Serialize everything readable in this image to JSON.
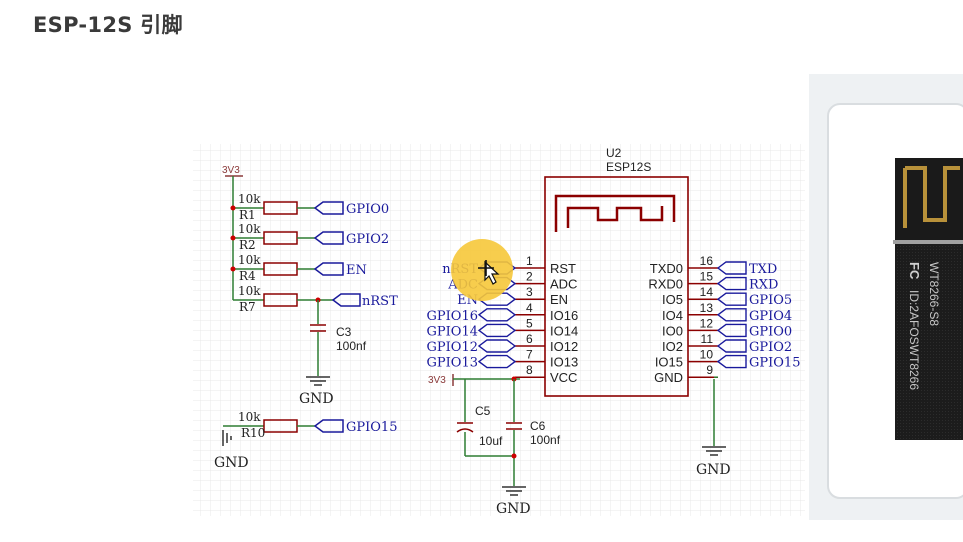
{
  "title": "ESP-12S 引脚",
  "colors": {
    "wire": "#2e7d32",
    "part": "#8b0000",
    "label": "#1a1a9c",
    "text": "#222222",
    "grid": "#e4e4e4",
    "power": "#8b3a3a"
  },
  "schematic": {
    "power_3v3": "3V3",
    "resistors": [
      {
        "ref": "R1",
        "value": "10k",
        "net": "GPIO0"
      },
      {
        "ref": "R2",
        "value": "10k",
        "net": "GPIO2"
      },
      {
        "ref": "R4",
        "value": "10k",
        "net": "EN"
      },
      {
        "ref": "R7",
        "value": "10k",
        "net": "nRST"
      },
      {
        "ref": "R10",
        "value": "10k",
        "net": "GPIO15"
      }
    ],
    "c3": {
      "ref": "C3",
      "value": "100nf"
    },
    "c5": {
      "ref": "C5",
      "value": "10uf"
    },
    "c6": {
      "ref": "C6",
      "value": "100nf"
    },
    "gnd": "GND",
    "chip": {
      "ref": "U2",
      "name": "ESP12S",
      "left_pins": [
        {
          "num": "1",
          "name": "RST",
          "net": "nRST"
        },
        {
          "num": "2",
          "name": "ADC",
          "net": "ADC"
        },
        {
          "num": "3",
          "name": "EN",
          "net": "EN"
        },
        {
          "num": "4",
          "name": "IO16",
          "net": "GPIO16"
        },
        {
          "num": "5",
          "name": "IO14",
          "net": "GPIO14"
        },
        {
          "num": "6",
          "name": "IO12",
          "net": "GPIO12"
        },
        {
          "num": "7",
          "name": "IO13",
          "net": "GPIO13"
        },
        {
          "num": "8",
          "name": "VCC",
          "net": "3V3"
        }
      ],
      "right_pins": [
        {
          "num": "16",
          "name": "TXD0",
          "net": "TXD"
        },
        {
          "num": "15",
          "name": "RXD0",
          "net": "RXD"
        },
        {
          "num": "14",
          "name": "IO5",
          "net": "GPIO5"
        },
        {
          "num": "13",
          "name": "IO4",
          "net": "GPIO4"
        },
        {
          "num": "12",
          "name": "IO0",
          "net": "GPIO0"
        },
        {
          "num": "11",
          "name": "IO2",
          "net": "GPIO2"
        },
        {
          "num": "10",
          "name": "IO15",
          "net": "GPIO15"
        },
        {
          "num": "9",
          "name": "GND",
          "net": "GND"
        }
      ]
    }
  },
  "module_photo": {
    "brand_mark": "FC",
    "id_text": "ID:2AFOSWT8266",
    "model_text": "WT8266-S8"
  }
}
